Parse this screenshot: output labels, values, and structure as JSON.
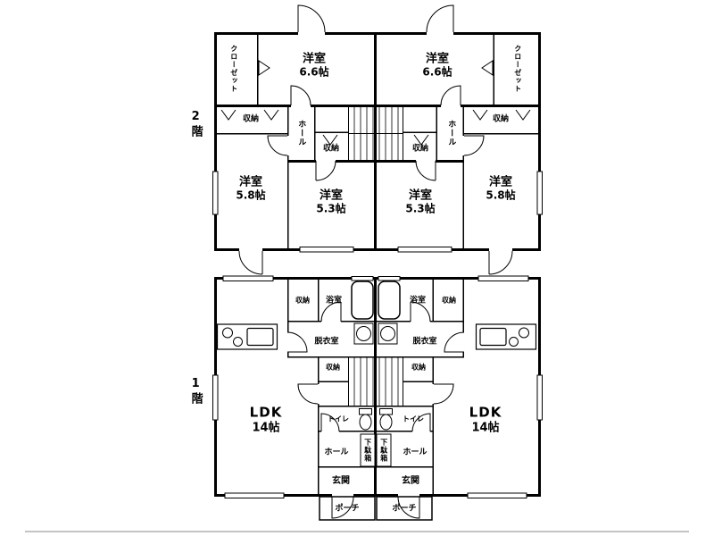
{
  "colors": {
    "wall": "#000000",
    "background": "#ffffff",
    "baseline_gray": "#c4c4c4"
  },
  "floor2": {
    "floor_label": "2階",
    "closet_left": "クローゼット",
    "closet_right": "クローゼット",
    "room_top_left": {
      "name": "洋室",
      "size": "6.6帖"
    },
    "room_top_right": {
      "name": "洋室",
      "size": "6.6帖"
    },
    "storage_left": "収納",
    "storage_right": "収納",
    "hall_left": "ホール",
    "hall_right": "ホール",
    "storage_small_left": "収納",
    "storage_small_right": "収納",
    "room_left": {
      "name": "洋室",
      "size": "5.8帖"
    },
    "room_mid_left": {
      "name": "洋室",
      "size": "5.3帖"
    },
    "room_mid_right": {
      "name": "洋室",
      "size": "5.3帖"
    },
    "room_right": {
      "name": "洋室",
      "size": "5.8帖"
    }
  },
  "floor1": {
    "floor_label": "1階",
    "storage_top_left": "収納",
    "bathroom_left": "浴室",
    "bathroom_right": "浴室",
    "storage_top_right": "収納",
    "dressing_left": "脱衣室",
    "dressing_right": "脱衣室",
    "storage_mid_left": "収納",
    "storage_mid_right": "収納",
    "ldk_left": {
      "name": "LDK",
      "size": "14帖"
    },
    "ldk_right": {
      "name": "LDK",
      "size": "14帖"
    },
    "toilet_left": "トイレ",
    "toilet_right": "トイレ",
    "shoebox_left": "下駄箱",
    "shoebox_right": "下駄箱",
    "hall_left": "ホール",
    "hall_right": "ホール",
    "entrance_left": "玄関",
    "entrance_right": "玄関",
    "porch_left": "ポーチ",
    "porch_right": "ポーチ"
  },
  "icons": {
    "stairs": "hatched-treads",
    "bathtub": "rounded-rect",
    "washing-machine": "square-with-circle",
    "kitchen-counter": "rect-with-sink-and-burners",
    "toilet": "oval-with-tank",
    "closet-hanger": "v-mark",
    "door-swing": "quarter-arc",
    "folding-closet-door": "triangle"
  }
}
